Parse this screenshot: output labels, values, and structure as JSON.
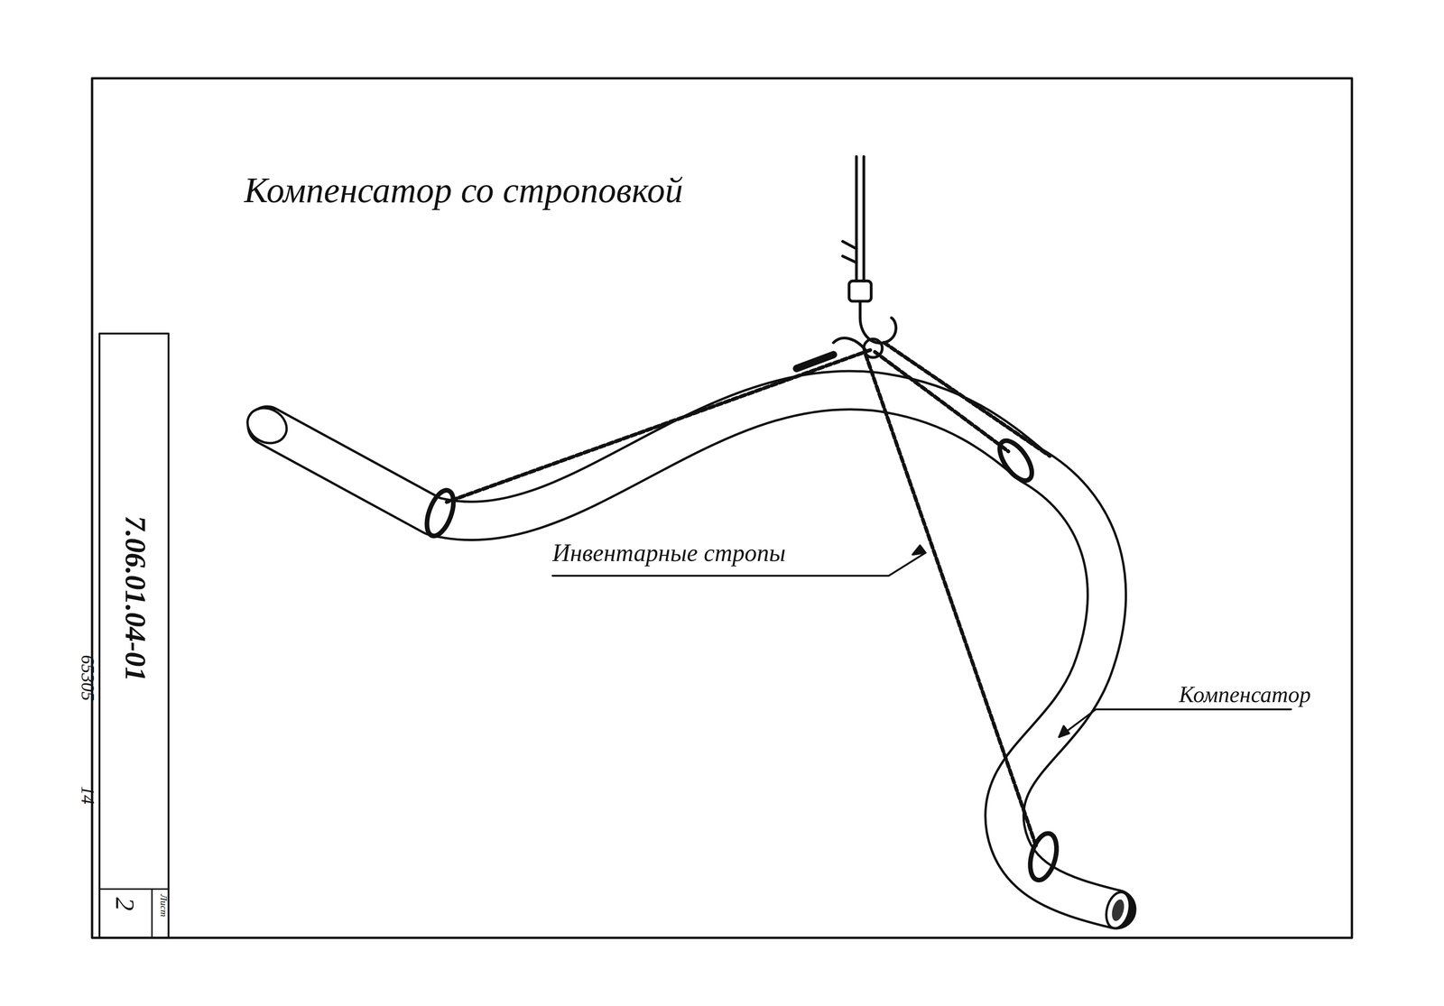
{
  "diagram": {
    "title": "Компенсатор со строповкой",
    "labels": [
      "Инвентарные стропы",
      "Компенсатор",
      "7.06.01.04-01",
      "65305",
      "14",
      "2",
      "Лист"
    ]
  }
}
